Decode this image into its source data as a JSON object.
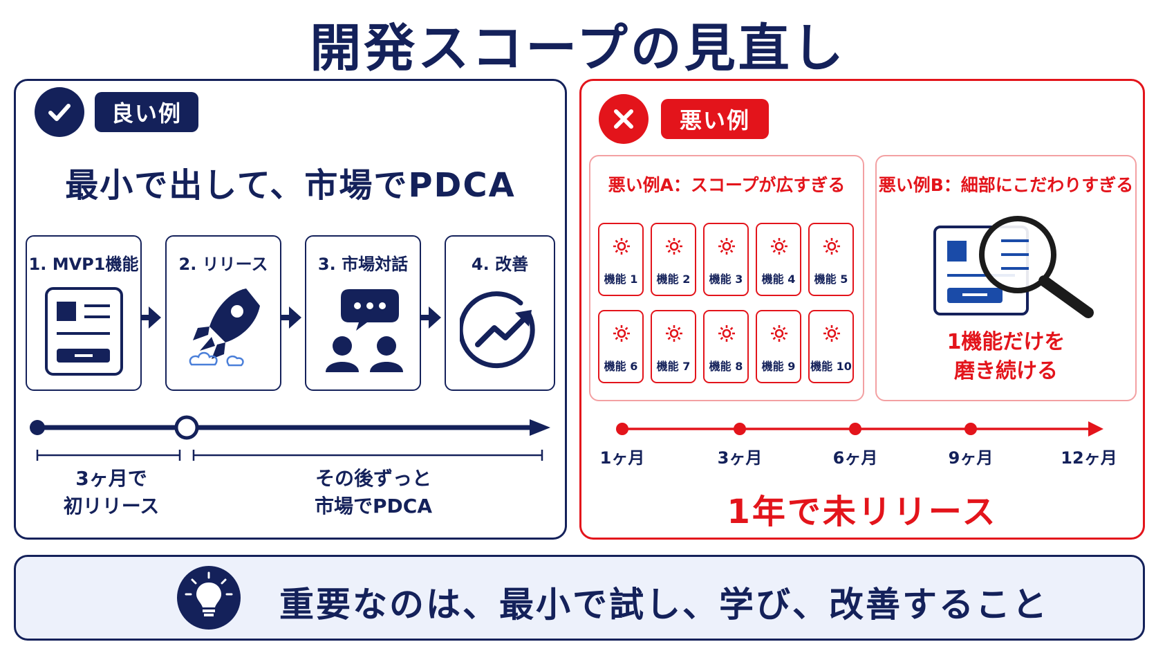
{
  "title": "開発スコープの見直し",
  "good": {
    "badge": "良い例",
    "headline": "最小で出して、市場でPDCA",
    "steps": [
      {
        "label": "1. MVP1機能",
        "icon": "document-icon"
      },
      {
        "label": "2. リリース",
        "icon": "rocket-icon"
      },
      {
        "label": "3. 市場対話",
        "icon": "people-chat-icon"
      },
      {
        "label": "4. 改善",
        "icon": "growth-cycle-icon"
      }
    ],
    "timeline": {
      "caption1_line1": "3ヶ月で",
      "caption1_line2": "初リリース",
      "caption2_line1": "その後ずっと",
      "caption2_line2": "市場でPDCA"
    }
  },
  "bad": {
    "badge": "悪い例",
    "a_title": "悪い例A：スコープが広すぎる",
    "features": [
      "機能 1",
      "機能 2",
      "機能 3",
      "機能 4",
      "機能 5",
      "機能 6",
      "機能 7",
      "機能 8",
      "機能 9",
      "機能 10"
    ],
    "b_title": "悪い例B：細部にこだわりすぎる",
    "b_caption_line1": "1機能だけを",
    "b_caption_line2": "磨き続ける",
    "timeline_labels": [
      "1ヶ月",
      "3ヶ月",
      "6ヶ月",
      "9ヶ月",
      "12ヶ月"
    ],
    "result": "1年で未リリース"
  },
  "bottom": {
    "message": "重要なのは、最小で試し、学び、改善すること",
    "icon": "lightbulb-icon"
  },
  "colors": {
    "navy": "#14215a",
    "red": "#e3141b",
    "bottom_bg": "#edf1fb"
  }
}
